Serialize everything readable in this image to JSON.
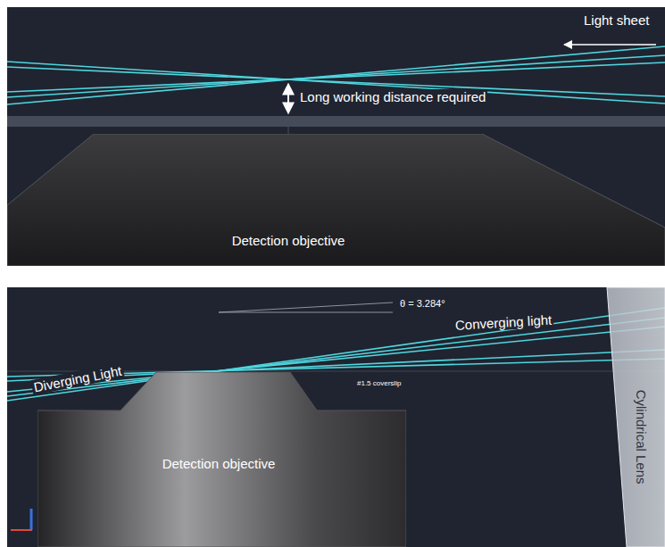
{
  "diagram": {
    "nodes": [
      {
        "text": [
          "Detection objective"
        ]
      },
      {
        "text": [
          "Detection objective"
        ]
      },
      {
        "text": [
          "Cylindrical Lens"
        ]
      }
    ],
    "labels": [
      "Light sheet",
      "Long working distance required",
      "θ = 3.284°",
      "Converging light",
      "#1.5 coverslip",
      "Diverging Light"
    ]
  }
}
